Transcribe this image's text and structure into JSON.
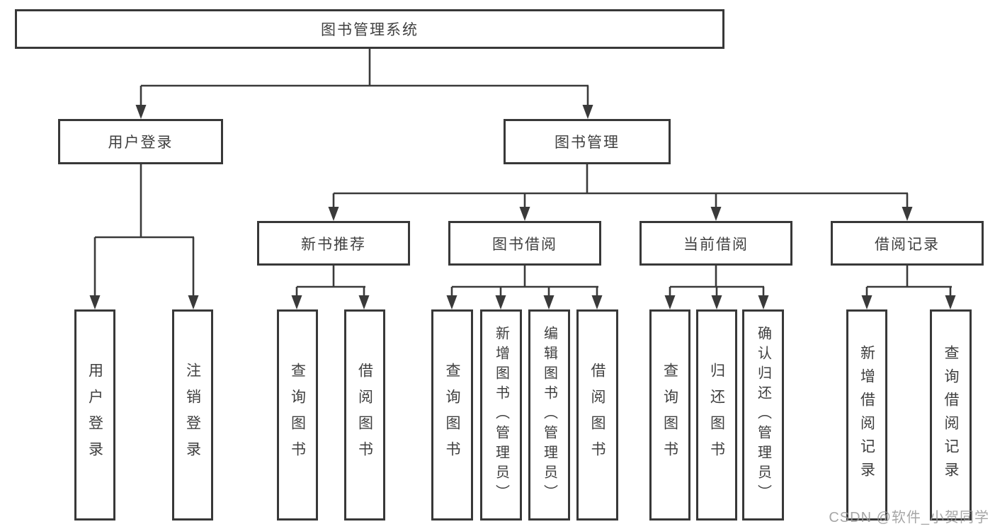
{
  "diagram": {
    "title": "图书管理系统",
    "level2": [
      {
        "label": "用户登录"
      },
      {
        "label": "图书管理"
      }
    ],
    "level3": [
      {
        "label": "新书推荐"
      },
      {
        "label": "图书借阅"
      },
      {
        "label": "当前借阅"
      },
      {
        "label": "借阅记录"
      }
    ],
    "leaves": {
      "user": [
        "用户登录",
        "注销登录"
      ],
      "recommend": [
        "查询图书",
        "借阅图书"
      ],
      "borrow": [
        "查询图书",
        "新增图书（管理员）",
        "编辑图书（管理员）",
        "借阅图书"
      ],
      "current": [
        "查询图书",
        "归还图书",
        "确认归还（管理员）"
      ],
      "records": [
        "新增借阅记录",
        "查询借阅记录"
      ]
    }
  },
  "watermark": {
    "text": "CSDN @软件_小贺同学"
  },
  "colors": {
    "line": "#3a3a3a",
    "border": "#383838",
    "text": "#3f3f3f",
    "background": "#ffffff",
    "watermark": "#969696"
  }
}
